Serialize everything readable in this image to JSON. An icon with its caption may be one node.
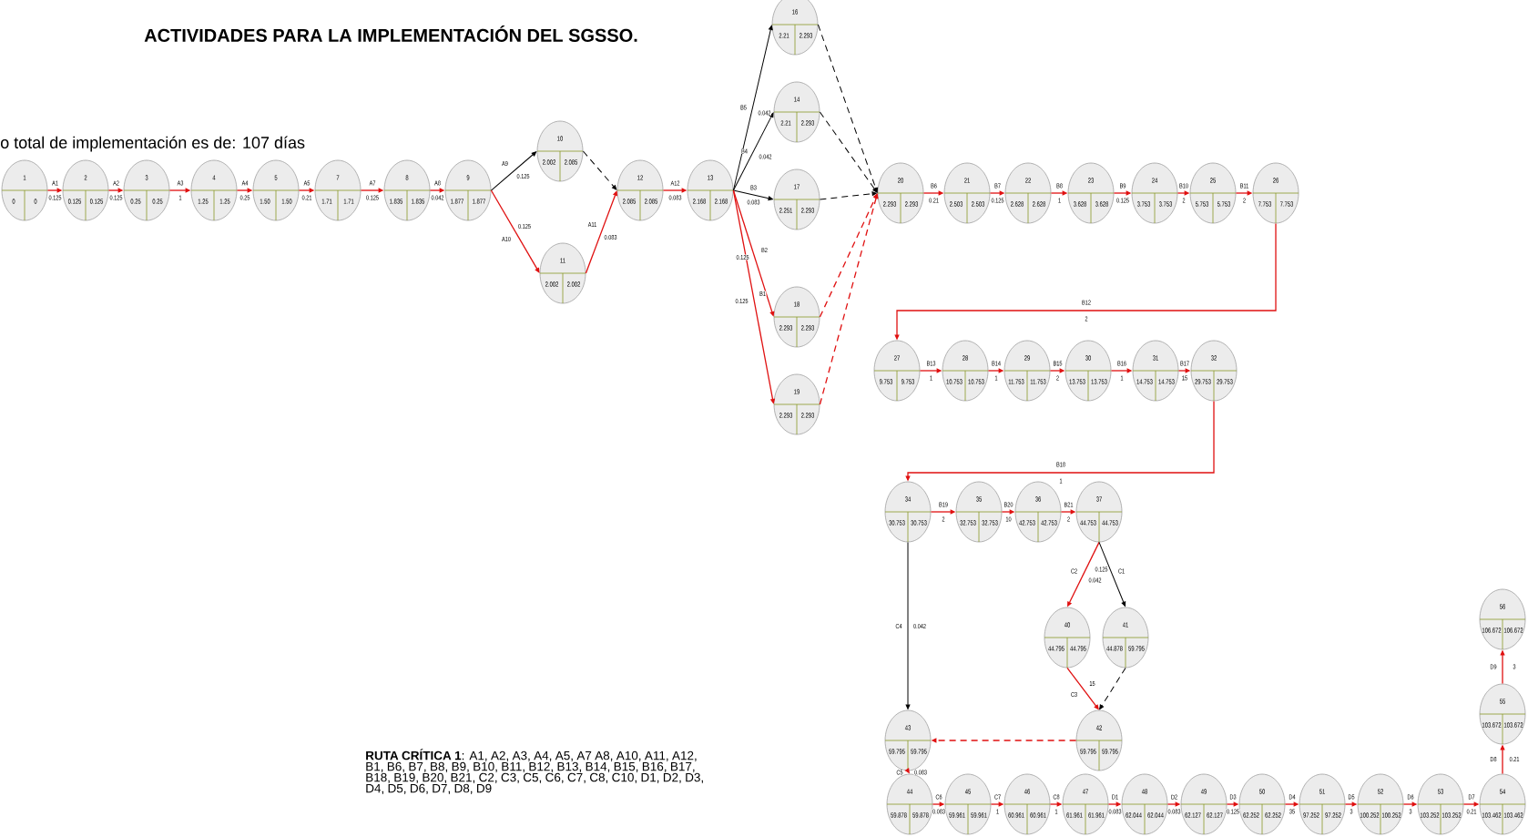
{
  "diagram": {
    "title": "ACTIVIDADES PARA LA IMPLEMENTACIÓN DEL SGSSO.",
    "nodes": [
      {
        "text": [
          "1",
          "0",
          "0"
        ]
      },
      {
        "text": [
          "2",
          "0.125",
          "0.125"
        ]
      },
      {
        "text": [
          "3",
          "0.25",
          "0.25"
        ]
      },
      {
        "text": [
          "4",
          "1.25",
          "1.25"
        ]
      },
      {
        "text": [
          "5",
          "1.50",
          "1.50"
        ]
      },
      {
        "text": [
          "7",
          "1.71",
          "1.71"
        ]
      },
      {
        "text": [
          "8",
          "1.835",
          "1.835"
        ]
      },
      {
        "text": [
          "9",
          "1.877",
          "1.877"
        ]
      },
      {
        "text": [
          "10",
          "2.002",
          "2.085"
        ]
      },
      {
        "text": [
          "11",
          "2.002",
          "2.002"
        ]
      },
      {
        "text": [
          "12",
          "2.085",
          "2.085"
        ]
      },
      {
        "text": [
          "13",
          "2.168",
          "2.168"
        ]
      },
      {
        "text": [
          "16",
          "2.21",
          "2.293"
        ]
      },
      {
        "text": [
          "14",
          "2.21",
          "2.293"
        ]
      },
      {
        "text": [
          "17",
          "2.251",
          "2.293"
        ]
      },
      {
        "text": [
          "18",
          "2.293",
          "2.293"
        ]
      },
      {
        "text": [
          "19",
          "2.293",
          "2.293"
        ]
      },
      {
        "text": [
          "20",
          "2.293",
          "2.293"
        ]
      },
      {
        "text": [
          "21",
          "2.503",
          "2.503"
        ]
      },
      {
        "text": [
          "22",
          "2.628",
          "2.628"
        ]
      },
      {
        "text": [
          "23",
          "3.628",
          "3.628"
        ]
      },
      {
        "text": [
          "24",
          "3.753",
          "3.753"
        ]
      },
      {
        "text": [
          "25",
          "5.753",
          "5.753"
        ]
      },
      {
        "text": [
          "26",
          "7.753",
          "7.753"
        ]
      },
      {
        "text": [
          "27",
          "9.753",
          "9.753"
        ]
      },
      {
        "text": [
          "28",
          "10.753",
          "10.753"
        ]
      },
      {
        "text": [
          "29",
          "11.753",
          "11.753"
        ]
      },
      {
        "text": [
          "30",
          "13.753",
          "13.753"
        ]
      },
      {
        "text": [
          "31",
          "14.753",
          "14.753"
        ]
      },
      {
        "text": [
          "32",
          "29.753",
          "29.753"
        ]
      },
      {
        "text": [
          "34",
          "30.753",
          "30.753"
        ]
      },
      {
        "text": [
          "35",
          "32.753",
          "32.753"
        ]
      },
      {
        "text": [
          "36",
          "42.753",
          "42.753"
        ]
      },
      {
        "text": [
          "37",
          "44.753",
          "44.753"
        ]
      },
      {
        "text": [
          "40",
          "44.795",
          "44.795"
        ]
      },
      {
        "text": [
          "41",
          "44.878",
          "59.795"
        ]
      },
      {
        "text": [
          "43",
          "59.795",
          "59.795"
        ]
      },
      {
        "text": [
          "42",
          "59.795",
          "59.795"
        ]
      },
      {
        "text": [
          "44",
          "59.878",
          "59.878"
        ]
      },
      {
        "text": [
          "45",
          "59.961",
          "59.961"
        ]
      },
      {
        "text": [
          "46",
          "60.961",
          "60.961"
        ]
      },
      {
        "text": [
          "47",
          "61.961",
          "61.961"
        ]
      },
      {
        "text": [
          "48",
          "62.044",
          "62.044"
        ]
      },
      {
        "text": [
          "49",
          "62.127",
          "62.127"
        ]
      },
      {
        "text": [
          "50",
          "62.252",
          "62.252"
        ]
      },
      {
        "text": [
          "51",
          "97.252",
          "97.252"
        ]
      },
      {
        "text": [
          "52",
          "100.252",
          "100.252"
        ]
      },
      {
        "text": [
          "53",
          "103.252",
          "103.252"
        ]
      },
      {
        "text": [
          "54",
          "103.462",
          "103.462"
        ]
      },
      {
        "text": [
          "55",
          "103.672",
          "103.672"
        ]
      },
      {
        "text": [
          "56",
          "106.672",
          "106.672"
        ]
      }
    ],
    "edges": [
      {
        "from": 0,
        "to": 1,
        "arrow": "to",
        "label": "A1"
      },
      {
        "from": 1,
        "to": 2,
        "arrow": "to",
        "label": "A2"
      },
      {
        "from": 2,
        "to": 3,
        "arrow": "to",
        "label": "A3"
      },
      {
        "from": 3,
        "to": 4,
        "arrow": "to",
        "label": "A4"
      },
      {
        "from": 4,
        "to": 5,
        "arrow": "to",
        "label": "A5"
      },
      {
        "from": 5,
        "to": 6,
        "arrow": "to",
        "label": "A7"
      },
      {
        "from": 6,
        "to": 7,
        "arrow": "to",
        "label": "A8"
      },
      {
        "from": 7,
        "to": 8,
        "arrow": "to",
        "label": "A9",
        "color": "#000000"
      },
      {
        "from": 7,
        "to": 9,
        "arrow": "to",
        "label": "A10"
      },
      {
        "from": 8,
        "to": 10,
        "arrow": "to",
        "style": "dashed",
        "color": "#000000"
      },
      {
        "from": 9,
        "to": 10,
        "arrow": "to",
        "label": "A11"
      },
      {
        "from": 10,
        "to": 11,
        "arrow": "to",
        "label": "A12"
      },
      {
        "from": 11,
        "to": 12,
        "arrow": "to",
        "label": "B5",
        "color": "#000000"
      },
      {
        "from": 11,
        "to": 13,
        "arrow": "to",
        "label": "B4",
        "color": "#000000"
      },
      {
        "from": 11,
        "to": 14,
        "arrow": "to",
        "label": "B3",
        "color": "#000000"
      },
      {
        "from": 11,
        "to": 15,
        "arrow": "to",
        "label": "B2"
      },
      {
        "from": 11,
        "to": 16,
        "arrow": "to",
        "label": "B1"
      },
      {
        "from": 12,
        "to": 17,
        "arrow": "to",
        "style": "dashed",
        "color": "#000000"
      },
      {
        "from": 13,
        "to": 17,
        "arrow": "to",
        "style": "dashed",
        "color": "#000000"
      },
      {
        "from": 14,
        "to": 17,
        "arrow": "to",
        "style": "dashed",
        "color": "#000000"
      },
      {
        "from": 15,
        "to": 17,
        "arrow": "to",
        "style": "dashed"
      },
      {
        "from": 16,
        "to": 17,
        "arrow": "to",
        "style": "dashed"
      },
      {
        "from": 17,
        "to": 18,
        "arrow": "to",
        "label": "B6"
      },
      {
        "from": 18,
        "to": 19,
        "arrow": "to",
        "label": "B7"
      },
      {
        "from": 19,
        "to": 20,
        "arrow": "to",
        "label": "B8"
      },
      {
        "from": 20,
        "to": 21,
        "arrow": "to",
        "label": "B9"
      },
      {
        "from": 21,
        "to": 22,
        "arrow": "to",
        "label": "B10"
      },
      {
        "from": 22,
        "to": 23,
        "arrow": "to",
        "label": "B11"
      },
      {
        "from": 23,
        "to": 24,
        "arrow": "to",
        "label": "B12"
      },
      {
        "from": 24,
        "to": 25,
        "arrow": "to",
        "label": "B13"
      },
      {
        "from": 25,
        "to": 26,
        "arrow": "to",
        "label": "B14"
      },
      {
        "from": 26,
        "to": 27,
        "arrow": "to",
        "label": "B15"
      },
      {
        "from": 27,
        "to": 28,
        "arrow": "to",
        "label": "B16"
      },
      {
        "from": 28,
        "to": 29,
        "arrow": "to",
        "label": "B17"
      },
      {
        "from": 29,
        "to": 30,
        "arrow": "to",
        "label": "B18"
      },
      {
        "from": 30,
        "to": 31,
        "arrow": "to",
        "label": "B19"
      },
      {
        "from": 31,
        "to": 32,
        "arrow": "to",
        "label": "B20"
      },
      {
        "from": 32,
        "to": 33,
        "arrow": "to",
        "label": "B21"
      },
      {
        "from": 33,
        "to": 34,
        "arrow": "to",
        "label": "C2"
      },
      {
        "from": 33,
        "to": 35,
        "arrow": "to",
        "label": "C1",
        "color": "#000000"
      },
      {
        "from": 30,
        "to": 36,
        "arrow": "to",
        "label": "C4",
        "color": "#000000"
      },
      {
        "from": 34,
        "to": 37,
        "arrow": "to",
        "label": "C3"
      },
      {
        "from": 35,
        "to": 37,
        "arrow": "to",
        "style": "dashed",
        "color": "#000000"
      },
      {
        "from": 37,
        "to": 36,
        "arrow": "to",
        "style": "dashed"
      },
      {
        "from": 36,
        "to": 38,
        "arrow": "to",
        "label": "C5"
      },
      {
        "from": 38,
        "to": 39,
        "arrow": "to",
        "label": "C6"
      },
      {
        "from": 39,
        "to": 40,
        "arrow": "to",
        "label": "C7"
      },
      {
        "from": 40,
        "to": 41,
        "arrow": "to",
        "label": "C8"
      },
      {
        "from": 41,
        "to": 42,
        "arrow": "to",
        "label": "D1"
      },
      {
        "from": 42,
        "to": 43,
        "arrow": "to",
        "label": "D2"
      },
      {
        "from": 43,
        "to": 44,
        "arrow": "to",
        "label": "D3"
      },
      {
        "from": 44,
        "to": 45,
        "arrow": "to",
        "label": "D4"
      },
      {
        "from": 45,
        "to": 46,
        "arrow": "to",
        "label": "D5"
      },
      {
        "from": 46,
        "to": 47,
        "arrow": "to",
        "label": "D6"
      },
      {
        "from": 47,
        "to": 48,
        "arrow": "to",
        "label": "D7"
      },
      {
        "from": 48,
        "to": 49,
        "arrow": "to",
        "label": "D8"
      },
      {
        "from": 49,
        "to": 50,
        "arrow": "to",
        "label": "D9"
      }
    ],
    "labels": [
      "o total de implementación es de: 107 días",
      "0.125",
      "0.125",
      "1",
      "0.25",
      "0.21",
      "0.125",
      "0.042",
      "0.125",
      "0.125",
      "0.083",
      "0.083",
      "0.042",
      "0.042",
      "0.083",
      "0.125",
      "0.125",
      "0.21",
      "0.125",
      "1",
      "0.125",
      "2",
      "2",
      "2",
      "1",
      "1",
      "2",
      "1",
      "15",
      "1",
      "2",
      "10",
      "2",
      "0.042",
      "0.125",
      "0.042",
      "15",
      "0.083",
      "0.083",
      "1",
      "1",
      "0.083",
      "0.083",
      "0.125",
      "35",
      "3",
      "3",
      "0.21",
      "0.21",
      "3",
      "**RUTA CRÍTICA 1**: A1, A2, A3, A4, A5, A7 A8, A10, A11, A12, B1, B6, B7, B8, B9, B10, B11, B12, B13, B14, B15, B16, B17, B18, B19, B20, B21, C2, C3, C5, C6, C7, C8, C10, D1, D2, D3, D4, D5, D6, D7, D8, D9"
    ]
  }
}
